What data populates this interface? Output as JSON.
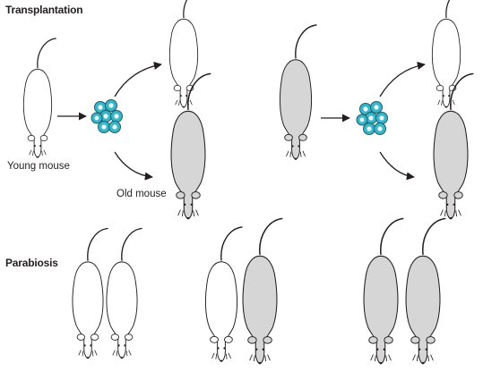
{
  "sections": {
    "transplantation": "Transplantation",
    "parabiosis": "Parabiosis"
  },
  "labels": {
    "young": "Young mouse",
    "old": "Old mouse"
  },
  "colors": {
    "young_fill": "#ffffff",
    "old_fill": "#d6d6d6",
    "outline": "#231f20",
    "cell_fill": "#3bb6c8",
    "cell_core": "#e8f6f8",
    "cell_outline": "#1d5f6a"
  }
}
